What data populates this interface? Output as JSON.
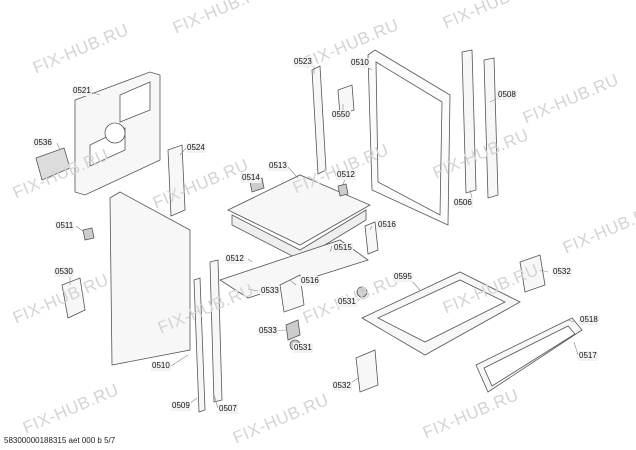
{
  "watermark": {
    "text": "FIX-HUB.RU"
  },
  "parts": [
    "0521",
    "0536",
    "0511",
    "0530",
    "0524",
    "0510",
    "0509",
    "0507",
    "0523",
    "0550",
    "0510",
    "0508",
    "0513",
    "0514",
    "0512",
    "0506",
    "0516",
    "0515",
    "0512",
    "0533",
    "0516",
    "0531",
    "0533",
    "0531",
    "0595",
    "0532",
    "0518",
    "0517",
    "0532"
  ],
  "footer": {
    "doc_id": "58300000188315 aet 000 b 5/7"
  }
}
